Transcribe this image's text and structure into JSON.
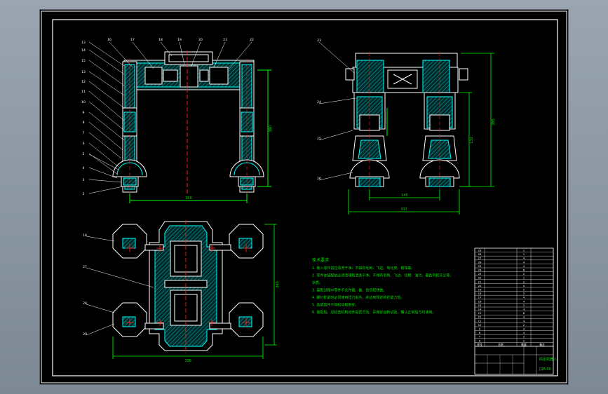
{
  "colors": {
    "background": "#000000",
    "outline": "#ffffff",
    "hatch": "#00ffff",
    "centerline": "#ff2020",
    "dimension": "#00ff00",
    "viewer": "#8f9aa6"
  },
  "front_view": {
    "dims": {
      "height": "380",
      "width": "360"
    },
    "balloons_left": [
      "13",
      "14",
      "15",
      "13",
      "12",
      "11",
      "10",
      "9",
      "8",
      "7",
      "6",
      "5",
      "4",
      "3",
      "2",
      "1"
    ],
    "balloons_top": [
      "16",
      "17",
      "18",
      "19",
      "20",
      "21",
      "22"
    ]
  },
  "side_view": {
    "dims": {
      "total_height": "395",
      "mid_height": "132",
      "span_a": "145",
      "span_b": "337"
    },
    "balloons": [
      "23",
      "24",
      "25",
      "26"
    ]
  },
  "top_view": {
    "dims": {
      "height": "360",
      "width": "336"
    },
    "balloons": [
      "18",
      "27",
      "28",
      "29"
    ]
  },
  "notes": {
    "title": "技术要求",
    "lines": [
      "1. 装入零件前应清洗干净，不得有毛刺、飞边、氧化皮、锈蚀等。",
      "2. 零件在装配前必须清理和清洗干净，不得有毛刺、飞边、切屑、油污、着色剂和灰尘等。",
      "   杂质。",
      "3. 装配过程中零件不允许磕、碰、划伤和锈蚀。",
      "4. 螺钉拧紧时必须使用扭力扳手，并达到规定的拧紧力矩。",
      "5. 各紧固件不得松动和断开。",
      "6. 装配后，应检查机构动作是否灵活，并做好运转试验，确认正常后方可使用。"
    ]
  },
  "bom": {
    "rows": [
      [
        "29",
        "",
        "1",
        ""
      ],
      [
        "28",
        "",
        "1",
        ""
      ],
      [
        "27",
        "",
        "4",
        ""
      ],
      [
        "26",
        "",
        "4",
        ""
      ],
      [
        "25",
        "",
        "4",
        ""
      ],
      [
        "24",
        "",
        "8",
        ""
      ],
      [
        "23",
        "",
        "2",
        ""
      ],
      [
        "22",
        "",
        "1",
        ""
      ],
      [
        "21",
        "",
        "2",
        ""
      ],
      [
        "20",
        "",
        "4",
        ""
      ],
      [
        "19",
        "",
        "2",
        ""
      ],
      [
        "18",
        "",
        "2",
        ""
      ],
      [
        "17",
        "",
        "4",
        ""
      ],
      [
        "16",
        "",
        "4",
        ""
      ],
      [
        "15",
        "",
        "2",
        ""
      ],
      [
        "14",
        "",
        "4",
        ""
      ],
      [
        "13",
        "",
        "8",
        ""
      ],
      [
        "12",
        "",
        "4",
        ""
      ],
      [
        "11",
        "",
        "4",
        ""
      ],
      [
        "10",
        "",
        "2",
        ""
      ],
      [
        "9",
        "",
        "4",
        ""
      ],
      [
        "8",
        "",
        "4",
        ""
      ],
      [
        "7",
        "",
        "2",
        ""
      ],
      [
        "6",
        "",
        "2",
        ""
      ]
    ],
    "header": [
      "序号",
      "名称",
      "数量",
      "备注"
    ],
    "title_block": {
      "name": "四足机器人",
      "drawing_no": "JQR-00"
    }
  }
}
